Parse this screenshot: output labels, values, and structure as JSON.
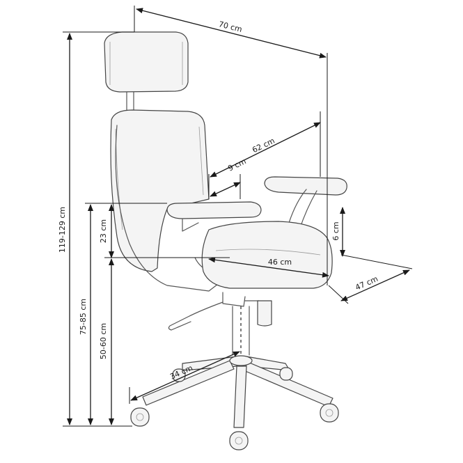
{
  "dimensions": {
    "width_overall": "70 cm",
    "seat_width": "62 cm",
    "armrest_width": "9 cm",
    "backrest_height": "119-129 cm",
    "seat_height_range": "75-85 cm",
    "armrest_height": "23 cm",
    "seat_to_floor": "50-60 cm",
    "seat_depth": "46 cm",
    "armrest_thickness": "6 cm",
    "depth_overall": "47 cm",
    "base_radius": "34 cm"
  }
}
